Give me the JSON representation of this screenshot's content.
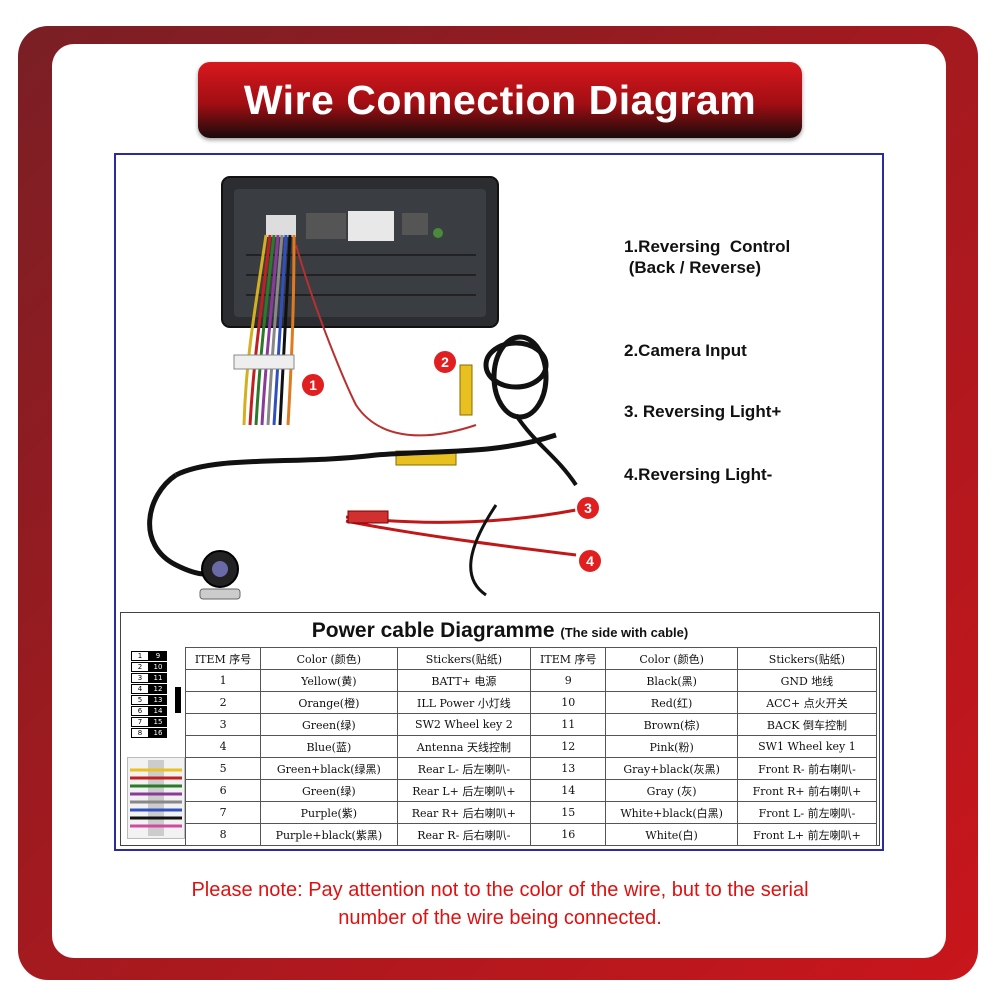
{
  "title": "Wire Connection Diagram",
  "legend": [
    {
      "line1": "1.Reversing  Control",
      "line2": " (Back / Reverse)"
    },
    {
      "line1": "2.Camera Input"
    },
    {
      "line1": "3. Reversing Light+"
    },
    {
      "line1": "4.Reversing Light-"
    }
  ],
  "markers": [
    "1",
    "2",
    "3",
    "4"
  ],
  "table": {
    "title": "Power cable Diagramme",
    "subtitle": "(The side with cable)",
    "headers": [
      "ITEM 序号",
      "Color (颜色)",
      "Stickers(贴纸)",
      "ITEM 序号",
      "Color (颜色)",
      "Stickers(贴纸)"
    ],
    "rows": [
      [
        "1",
        "Yellow(黄)",
        "BATT+ 电源",
        "9",
        "Black(黑)",
        "GND 地线"
      ],
      [
        "2",
        "Orange(橙)",
        "ILL Power 小灯线",
        "10",
        "Red(红)",
        "ACC+ 点火开关"
      ],
      [
        "3",
        "Green(绿)",
        "SW2 Wheel key 2",
        "11",
        "Brown(棕)",
        "BACK 倒车控制"
      ],
      [
        "4",
        "Blue(蓝)",
        "Antenna 天线控制",
        "12",
        "Pink(粉)",
        "SW1 Wheel key 1"
      ],
      [
        "5",
        "Green+black(绿黑)",
        "Rear L- 后左喇叭-",
        "13",
        "Gray+black(灰黑)",
        "Front R- 前右喇叭-"
      ],
      [
        "6",
        "Green(绿)",
        "Rear L+ 后左喇叭+",
        "14",
        "Gray (灰)",
        "Front R+ 前右喇叭+"
      ],
      [
        "7",
        "Purple(紫)",
        "Rear R+ 后右喇叭+",
        "15",
        "White+black(白黑)",
        "Front L- 前左喇叭-"
      ],
      [
        "8",
        "Purple+black(紫黑)",
        "Rear R- 后右喇叭-",
        "16",
        "White(白)",
        "Front L+ 前左喇叭+"
      ]
    ]
  },
  "pin_labels": [
    [
      "1",
      "9"
    ],
    [
      "2",
      "10"
    ],
    [
      "3",
      "11"
    ],
    [
      "4",
      "12"
    ],
    [
      "5",
      "13"
    ],
    [
      "6",
      "14"
    ],
    [
      "7",
      "15"
    ],
    [
      "8",
      "16"
    ]
  ],
  "note": {
    "line1": "Please note: Pay attention not to the color of the wire, but to the serial",
    "line2": "number of the wire being connected."
  },
  "colors": {
    "accent_red": "#c8161c",
    "frame_dark": "#7a1f25",
    "marker_red": "#e02020",
    "diagram_border": "#2b2aa0",
    "connector_yellow": "#e8c020",
    "note_red": "#e01010"
  }
}
